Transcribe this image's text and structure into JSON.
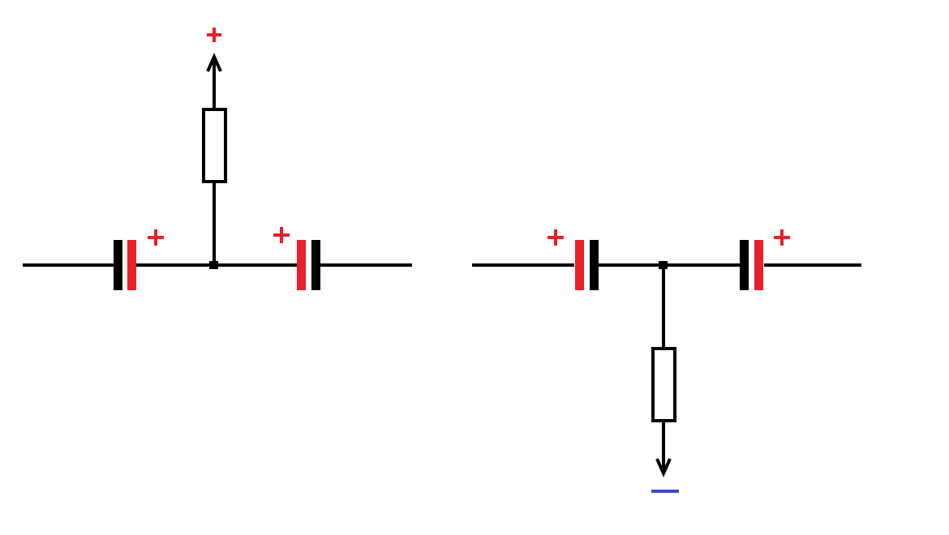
{
  "colors": {
    "background": "#ffffff",
    "wire": "#000000",
    "positive_plate": "#e8202a",
    "negative_plate": "#000000",
    "plus_sign": "#e8202a",
    "minus_sign": "#3f48cc"
  },
  "labels": {
    "plus": "+",
    "minus": "—"
  },
  "circuits": [
    {
      "name": "left-circuit",
      "supply_terminal": "+",
      "supply_direction": "up",
      "capacitors": [
        "left",
        "right"
      ]
    },
    {
      "name": "right-circuit",
      "supply_terminal": "–",
      "supply_direction": "down",
      "capacitors": [
        "left",
        "right"
      ]
    }
  ]
}
